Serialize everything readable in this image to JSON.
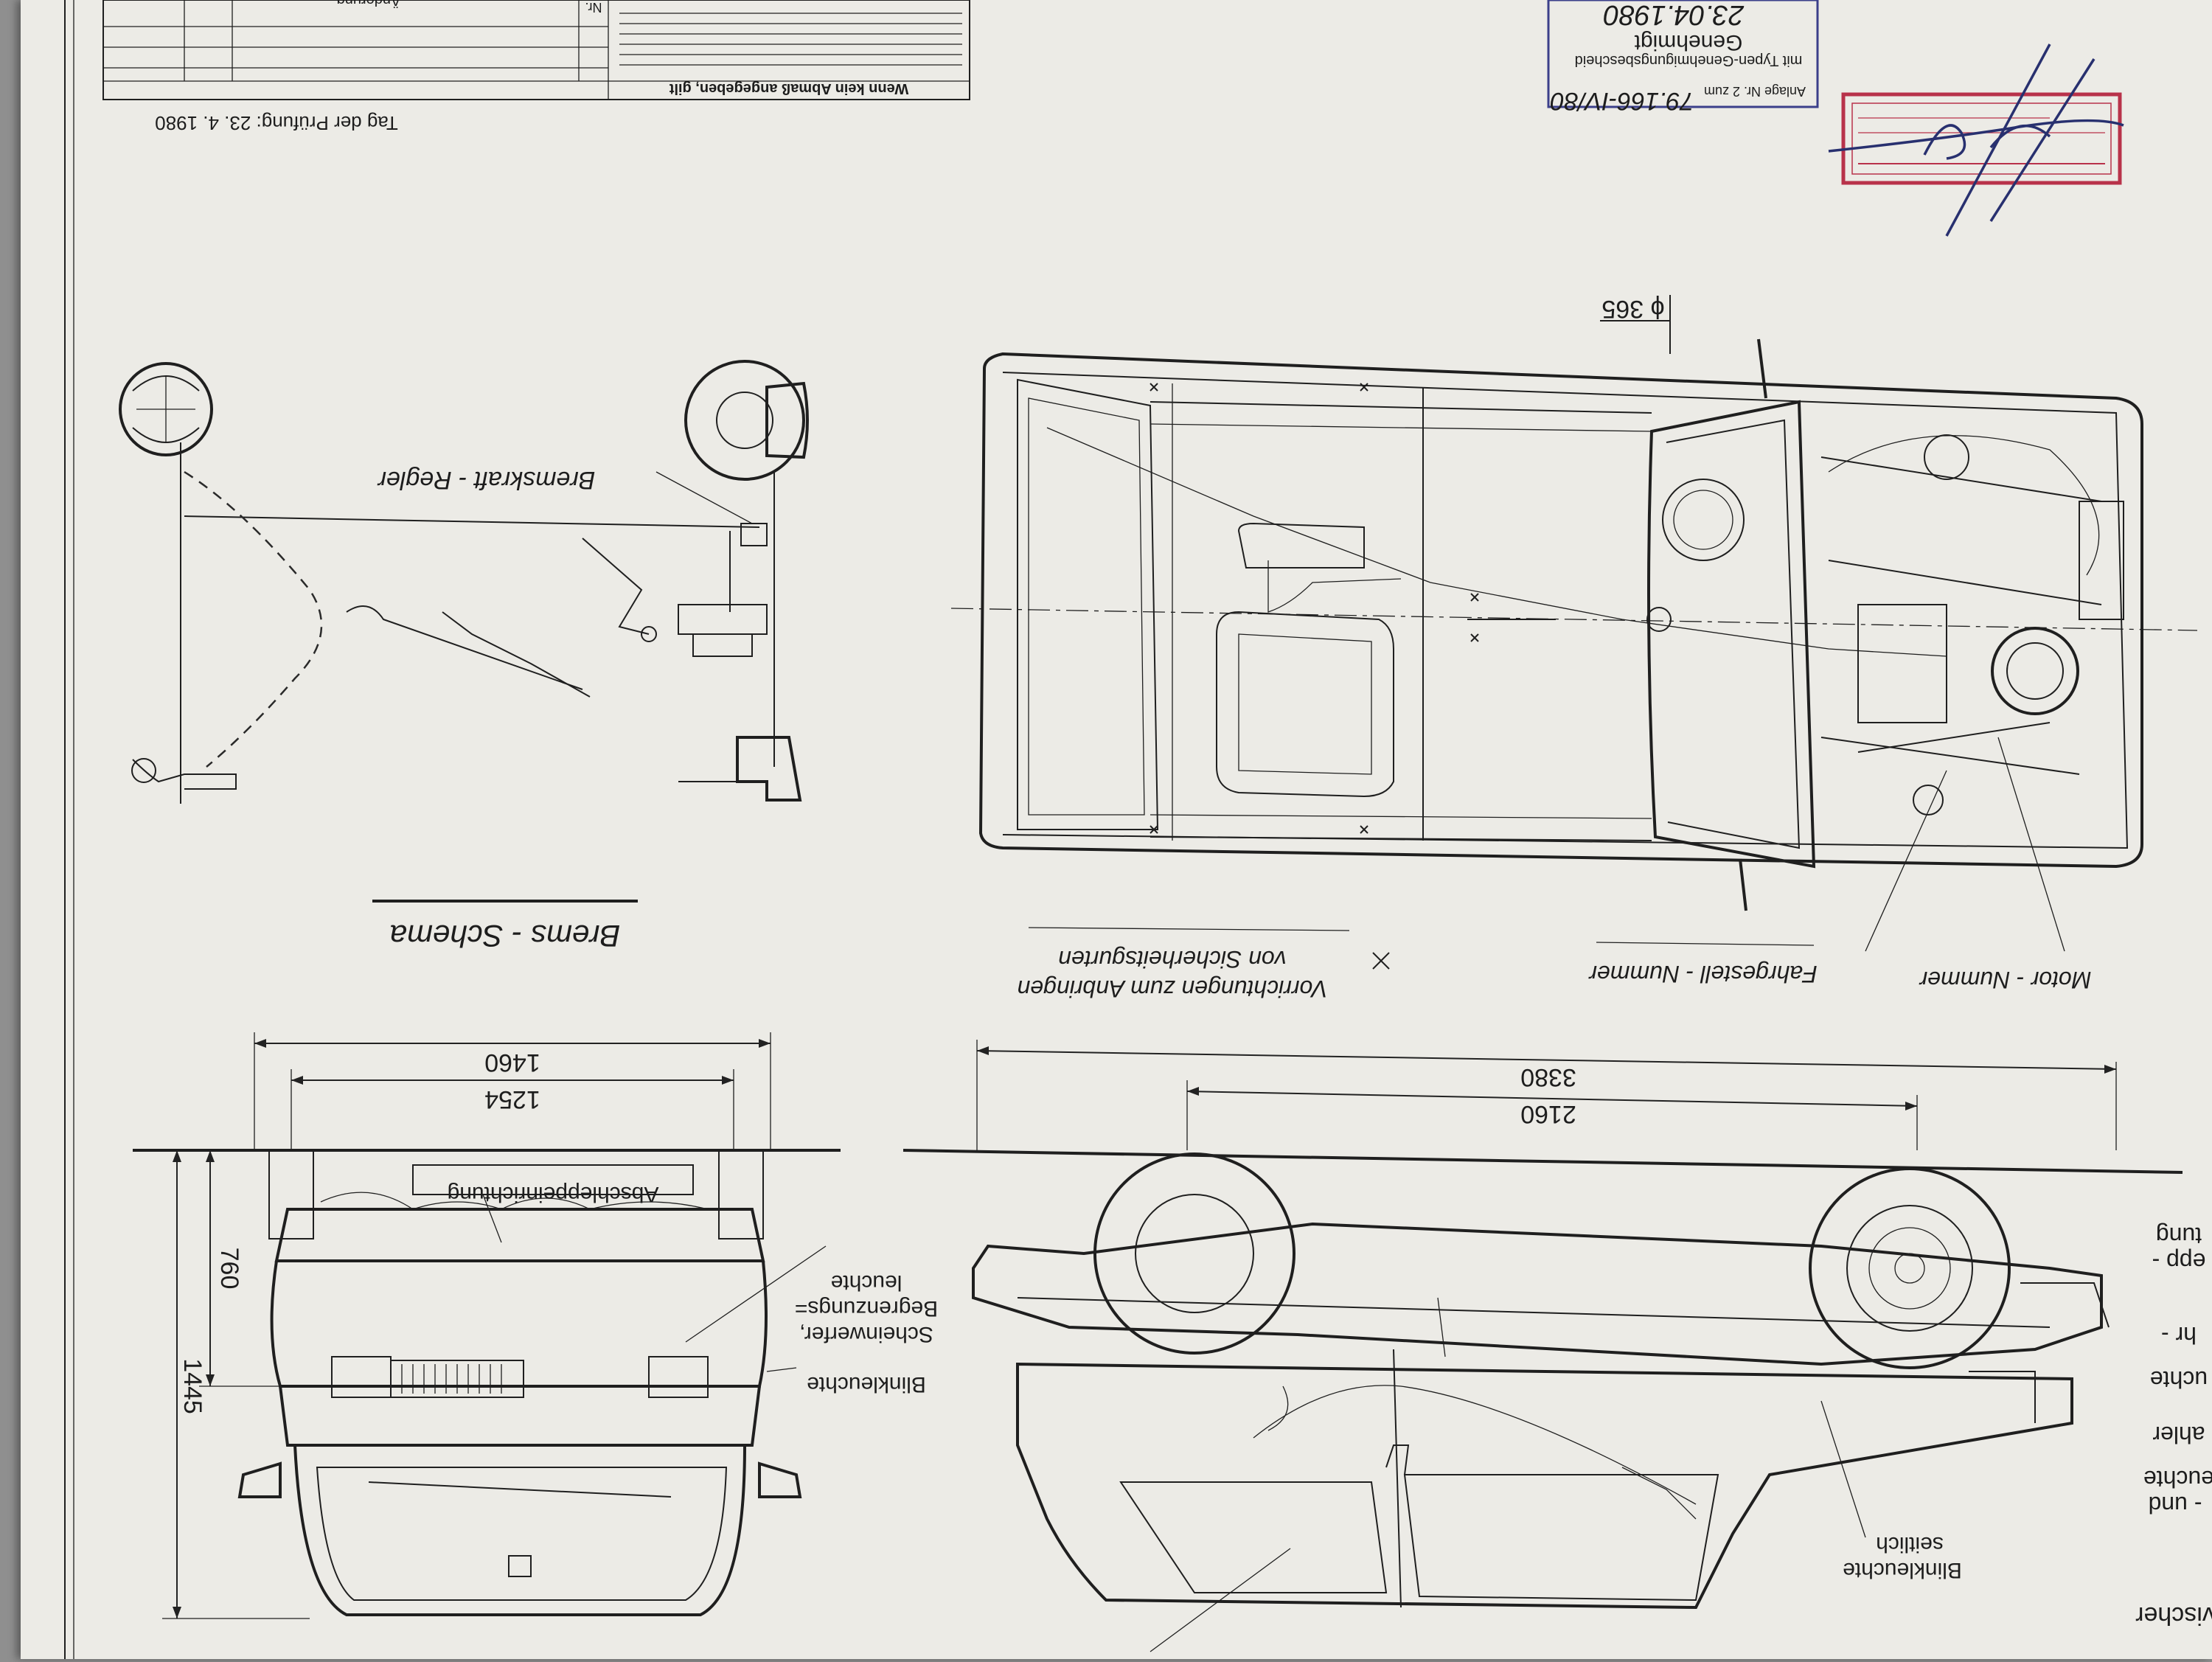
{
  "labels": {
    "bremsschema": "Brems - Schema",
    "bremskraft_regler": "Bremskraft - Regler",
    "motor_nummer": "Motor - Nummer",
    "fahrgestell_nummer": "Fahrgestell - Nummer",
    "vorrichtungen_line1": "Vorrichtungen  zum  Anbringen",
    "vorrichtungen_line2": "von  Sicherheitsgurten",
    "abschlepp": "Abschleppeinrichtung",
    "scheinwerfer_line1": "Scheinwerfer,",
    "scheinwerfer_line2": "Begrenzungs=",
    "scheinwerfer_line3": "leuchte",
    "blinkleuchte": "Blinkleuchte",
    "blinkleuchte_seitlich_line1": "Blinkleuchte",
    "blinkleuchte_seitlich_line2": "seitlich",
    "tag_der_pruefung": "Tag der Prüfung: 23. 4. 1980",
    "wenn_kein_abmass": "Wenn kein Abmaß angegeben, gilt",
    "table_nr": "Nr.",
    "table_aenderung": "Änderung",
    "genehmigt": "Genehmigt",
    "typen_genehmigung": "mit Typen-Genehmigungsbescheid",
    "anlage": "Anlage Nr. 2 zum",
    "approval_no": "79.166-IV/80",
    "approval_date": "23.04.1980"
  },
  "dimensions": {
    "wheelbase": "2160",
    "length": "3380",
    "track_rear": "1254",
    "width": "1460",
    "height": "1445",
    "ground_clearance": "760",
    "disc": "ϕ 365"
  },
  "cropped_side_labels": [
    "vischer",
    "- und",
    "euchte",
    "ahler",
    "uchte",
    "hr -",
    "epp -",
    "tung"
  ]
}
